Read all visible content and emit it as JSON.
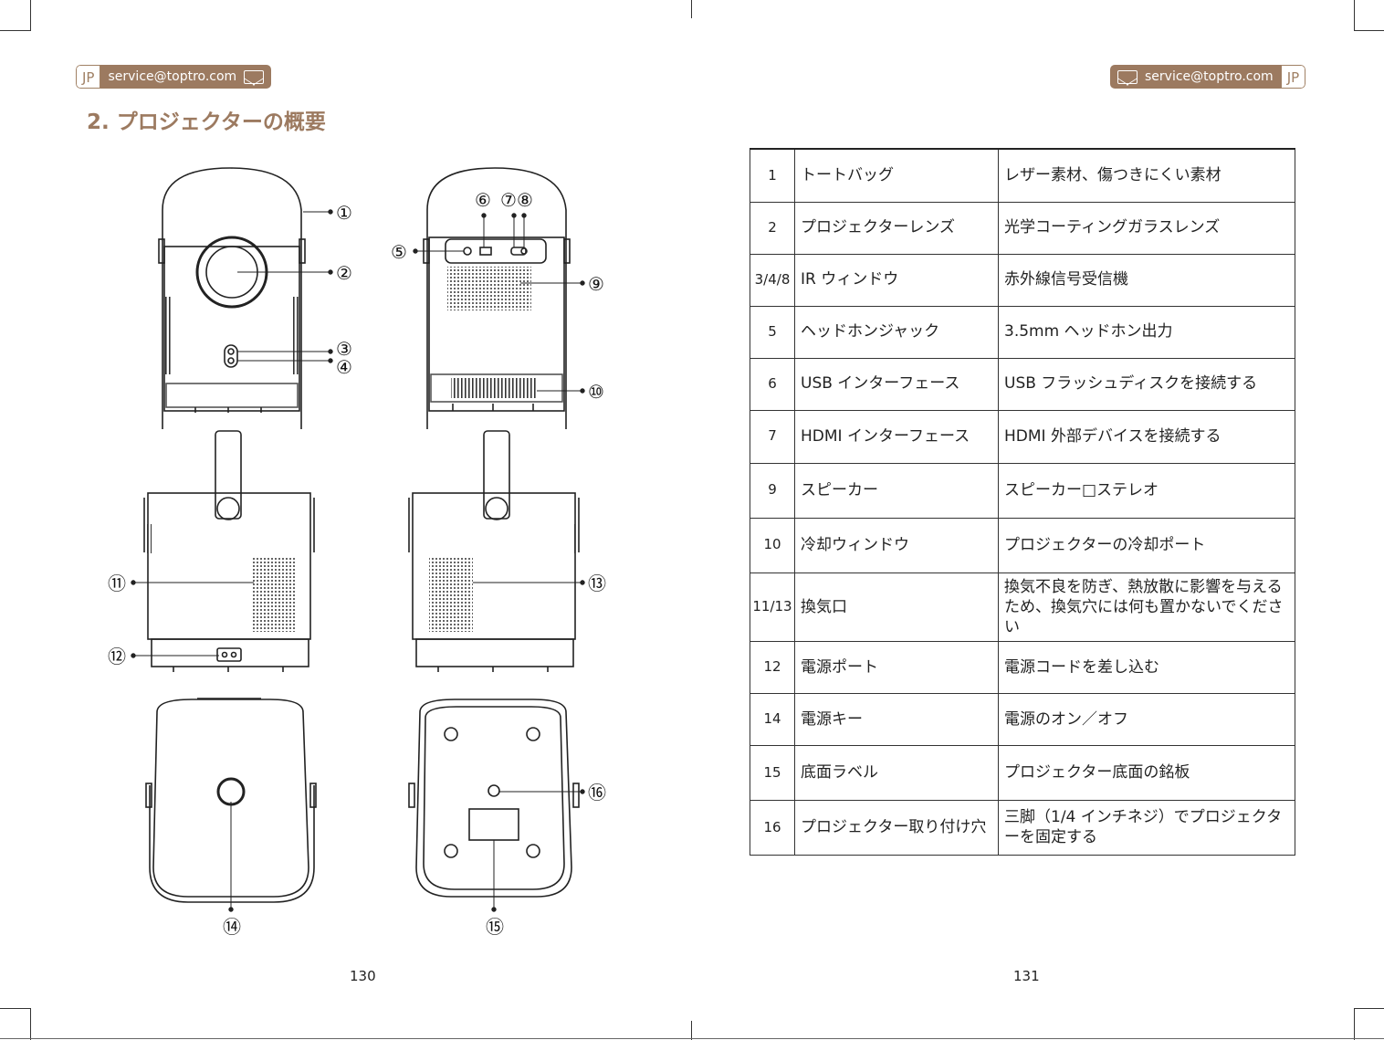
{
  "header": {
    "left_badge": {
      "lang": "JP",
      "email": "service@toptro.com"
    },
    "right_badge": {
      "lang": "JP",
      "email": "service@toptro.com"
    }
  },
  "section": {
    "title": "2. プロジェクターの概要"
  },
  "figure": {
    "callouts": [
      "①",
      "②",
      "③",
      "④",
      "⑤",
      "⑥",
      "⑦",
      "⑧",
      "⑨",
      "⑩",
      "⑪",
      "⑫",
      "⑬",
      "⑭",
      "⑮",
      "⑯"
    ]
  },
  "table": {
    "rows": [
      {
        "num": "1",
        "name": "トートバッグ",
        "desc": "レザー素材、傷つきにくい素材"
      },
      {
        "num": "2",
        "name": "プロジェクターレンズ",
        "desc": "光学コーティングガラスレンズ"
      },
      {
        "num": "3/4/8",
        "name": "IR ウィンドウ",
        "desc": "赤外線信号受信機"
      },
      {
        "num": "5",
        "name": "ヘッドホンジャック",
        "desc": "3.5mm ヘッドホン出力"
      },
      {
        "num": "6",
        "name": "USB インターフェース",
        "desc": "USB フラッシュディスクを接続する"
      },
      {
        "num": "7",
        "name": "HDMI インターフェース",
        "desc": "HDMI 外部デバイスを接続する"
      },
      {
        "num": "9",
        "name": "スピーカー",
        "desc": "スピーカー□ステレオ"
      },
      {
        "num": "10",
        "name": "冷却ウィンドウ",
        "desc": "プロジェクターの冷却ポート"
      },
      {
        "num": "11/13",
        "name": "換気口",
        "desc": "換気不良を防ぎ、熱放散に影響を与えるため、換気穴には何も置かないでください"
      },
      {
        "num": "12",
        "name": "電源ポート",
        "desc": "電源コードを差し込む"
      },
      {
        "num": "14",
        "name": "電源キー",
        "desc": "電源のオン／オフ"
      },
      {
        "num": "15",
        "name": "底面ラベル",
        "desc": "プロジェクター底面の銘板"
      },
      {
        "num": "16",
        "name": "プロジェクター取り付け穴",
        "desc": "三脚（1/4 インチネジ）でプロジェクターを固定する"
      }
    ]
  },
  "footer": {
    "left_page": "130",
    "right_page": "131"
  }
}
